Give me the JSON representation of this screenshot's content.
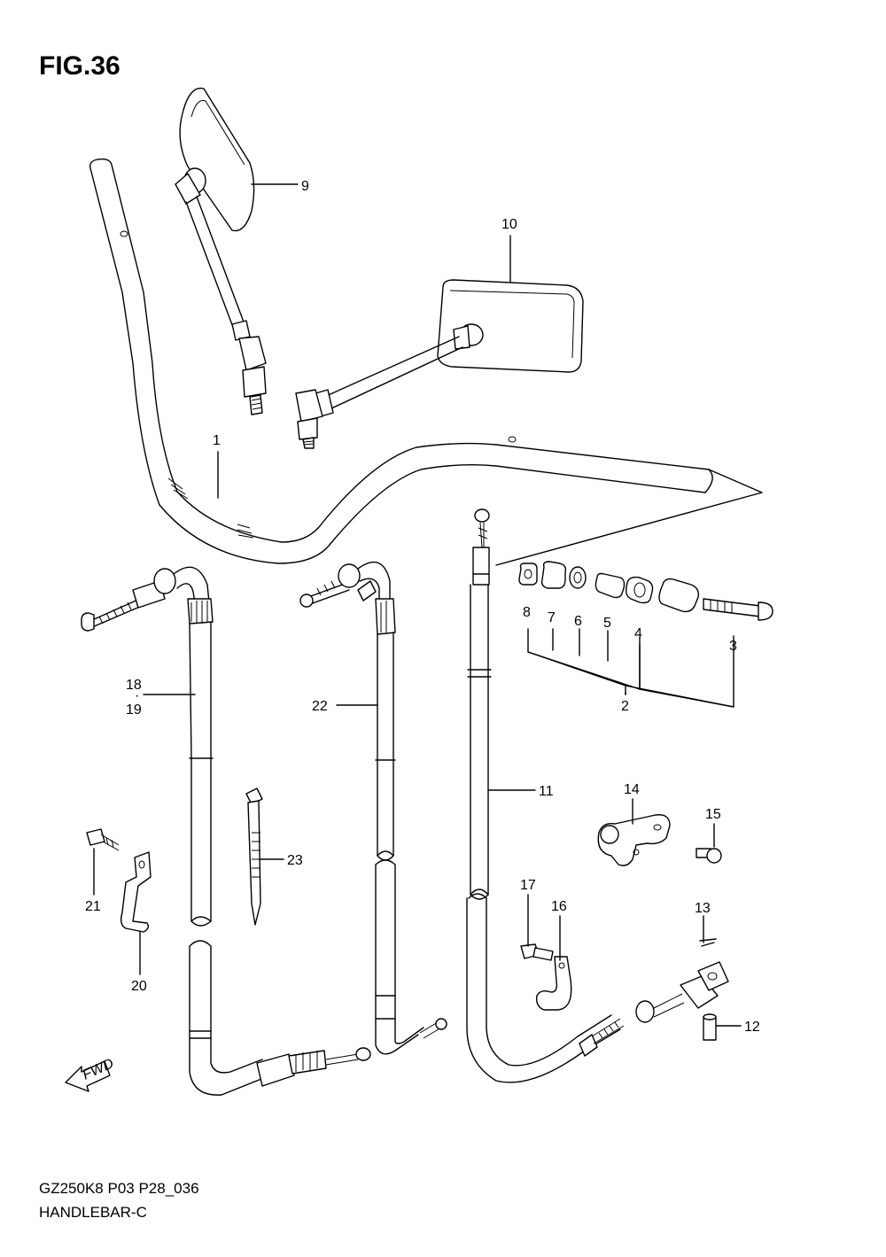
{
  "figure": {
    "title": "FIG.36"
  },
  "footer": {
    "code": "GZ250K8 P03 P28_036",
    "name": "HANDLEBAR-C"
  },
  "fwd": {
    "label": "FWD"
  },
  "callouts": [
    {
      "id": "1",
      "text": "1"
    },
    {
      "id": "2",
      "text": "2"
    },
    {
      "id": "3",
      "text": "3"
    },
    {
      "id": "4",
      "text": "4"
    },
    {
      "id": "5",
      "text": "5"
    },
    {
      "id": "6",
      "text": "6"
    },
    {
      "id": "7",
      "text": "7"
    },
    {
      "id": "8",
      "text": "8"
    },
    {
      "id": "9",
      "text": "9"
    },
    {
      "id": "10",
      "text": "10"
    },
    {
      "id": "11",
      "text": "11"
    },
    {
      "id": "12",
      "text": "12"
    },
    {
      "id": "13",
      "text": "13"
    },
    {
      "id": "14",
      "text": "14"
    },
    {
      "id": "15",
      "text": "15"
    },
    {
      "id": "16",
      "text": "16"
    },
    {
      "id": "17",
      "text": "17"
    },
    {
      "id": "18",
      "text": "18"
    },
    {
      "id": "19",
      "text": "19"
    },
    {
      "id": "20",
      "text": "20"
    },
    {
      "id": "21",
      "text": "21"
    },
    {
      "id": "22",
      "text": "22"
    },
    {
      "id": "23",
      "text": "23"
    }
  ]
}
